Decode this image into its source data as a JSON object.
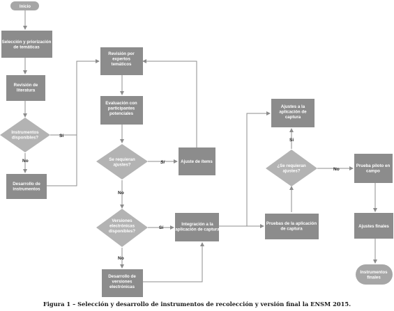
{
  "nodes": {
    "inicio": "Inicio",
    "seleccion": [
      "Selección y priorización",
      "de temáticas"
    ],
    "revision_lit": [
      "Revisión de",
      "literatura"
    ],
    "inst_disp": [
      "Instrumentos",
      "disponibles?"
    ],
    "desarrollo": [
      "Desarrollo de",
      "instrumentos"
    ],
    "revision_exp": [
      "Revisión por",
      "expertos",
      "temáticos"
    ],
    "evaluacion": [
      "Evaluación con",
      "participantes",
      "potenciales"
    ],
    "requieren1": [
      "Se requieran",
      "ajustes?"
    ],
    "ajuste_items": [
      "Ajuste de ítems"
    ],
    "versiones": [
      "Versiones",
      "electrónicas",
      "disponibles?"
    ],
    "desarrollo_vers": [
      "Desarrollo de",
      "versiones",
      "electrónicas"
    ],
    "integracion": [
      "Integración a la",
      "aplicación de captura"
    ],
    "ajustes_app": [
      "Ajustes a la",
      "aplicación de",
      "captura"
    ],
    "requieren2": [
      "¿Se requieran",
      "ajustes?"
    ],
    "pruebas": [
      "Pruebas de la aplicación",
      "de captura"
    ],
    "piloto": [
      "Prueba piloto en",
      "campo"
    ],
    "ajustes_finales": [
      "Ajustes finales"
    ],
    "finales": [
      "Instrumentos",
      "finales"
    ]
  },
  "edge_labels": {
    "si1": "Sí",
    "no1": "No",
    "si2": "Sí",
    "no2": "No",
    "si3": "Sí",
    "no3": "No",
    "si4": "Sí",
    "no4": "No"
  },
  "caption": "Figura 1 – Selección y desarrollo de instrumentos de recolección y versión final la ENSM 2015.",
  "colors": {
    "process": "#8c8c8c",
    "decision": "#b3b3b3",
    "terminal": "#a6a6a6",
    "line": "#8c8c8c"
  }
}
